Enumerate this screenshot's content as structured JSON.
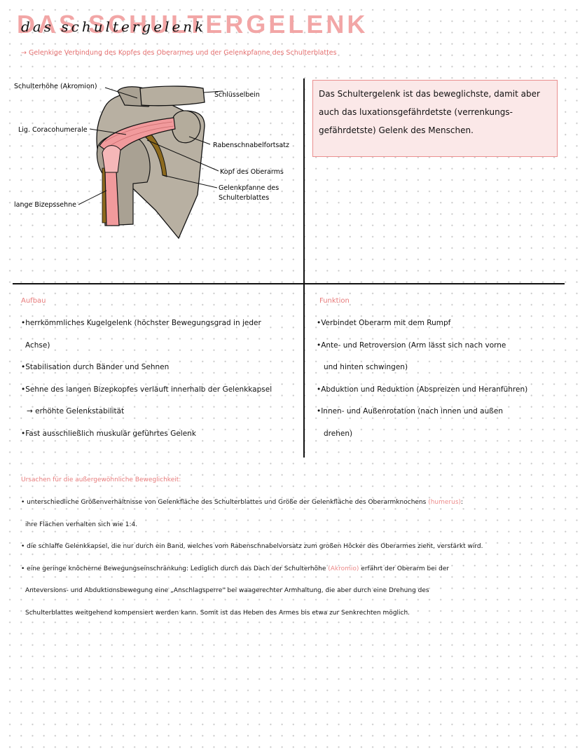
{
  "header": {
    "title_bg": "DAS SCHULTERGELENK",
    "title_script": "das schultergelenk",
    "subtitle": "→ Gelenkige Verbindung des Kopfes des Oberarmes und der Gelenkpfanne des Schulterblattes"
  },
  "diagram": {
    "labels": {
      "schulterhoehe": "Schulterhöhe (Akromion)",
      "schluesselbein": "Schlüsselbein",
      "lig": "Lig. Coracohumerale",
      "rabenschnabel": "Rabenschnabelfortsatz",
      "kopf": "Kopf des Oberarms",
      "pfanne1": "Gelenkpfanne des",
      "pfanne2": "Schulterblattes",
      "bizeps": "lange Bizepssehne"
    },
    "colors": {
      "bone": "#b8b0a2",
      "tendon": "#f19a9c",
      "cartilage": "#8d6a1e"
    }
  },
  "info_box": {
    "lines": [
      "Das Schultergelenk ist das beweglichste, damit aber",
      "auch das luxationsgefährdetste (verrenkungs-",
      "gefährdetste) Gelenk des Menschen."
    ]
  },
  "aufbau": {
    "heading": "Aufbau",
    "lines": [
      "•herrkömmliches Kugelgelenk (höchster Bewegungsgrad in jeder",
      "Achse)",
      "•Stabilisation durch Bänder und Sehnen",
      "•Sehne des langen Bizepkopfes verläuft innerhalb der Gelenkkapsel",
      "→ erhöhte Gelenkstabilität",
      "•Fast ausschließlich muskulär geführtes Gelenk"
    ]
  },
  "funktion": {
    "heading": "Funktion",
    "lines": [
      "•Verbindet Oberarm mit dem Rumpf",
      "•Ante- und Retroversion (Arm lässt sich nach vorne",
      "und hinten schwingen)",
      "•Abduktion und Reduktion (Abspreizen und Heranführen)",
      "•Innen- und Außenrotation (nach innen und außen",
      "drehen)"
    ]
  },
  "ursachen": {
    "heading": "Ursachen für die außergewöhnliche Beweglichkeit:",
    "l1a": "• unterschiedliche Größenverhältnisse von Gelenkfläche des Schulterblattes und Größe der Gelenkfläche des Oberarmknochens",
    "l1pink": "(humerus)",
    "l1b": ":",
    "l2": "ihre Flächen verhalten sich wie 1:4.",
    "l3": "• die schlaffe Gelenkkapsel, die nur durch ein Band, welches vom Rabenschnabelvorsatz zum großen Höcker des Oberarmes zieht, verstärkt wird.",
    "l4a": "• eine geringe knöcherne Bewegungseinschränkung: Lediglich durch das Dach der Schulterhöhe",
    "l4pink": "(Akromio)",
    "l4b": "erfährt der Oberarm bei der",
    "l5": "Anteversions- und Abduktionsbewegung eine „Anschlagsperre\" bei waagerechter Armhaltung, die aber durch eine Drehung des",
    "l6": "Schulterblattes weitgehend kompensiert werden kann. Somit ist das Heben des Armes bis etwa zur Senkrechten möglich."
  }
}
